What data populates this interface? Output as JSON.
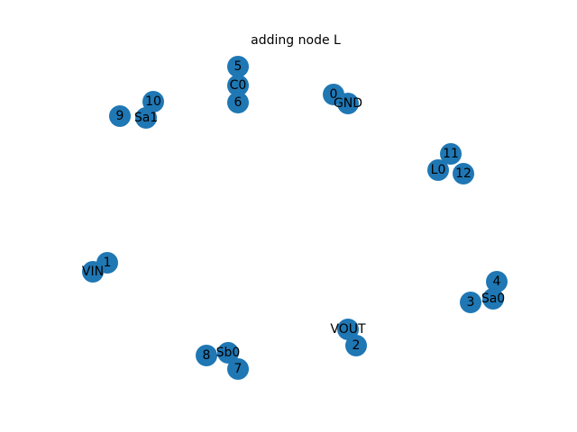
{
  "title": "adding node L",
  "colors": {
    "node_fill": "#1f77b4",
    "label": "#000000",
    "background": "#ffffff"
  },
  "nodes": [
    {
      "id": "node-0",
      "label": "0"
    },
    {
      "id": "node-gnd",
      "label": "GND"
    },
    {
      "id": "node-5",
      "label": "5"
    },
    {
      "id": "node-c0",
      "label": "C0"
    },
    {
      "id": "node-6",
      "label": "6"
    },
    {
      "id": "node-10",
      "label": "10"
    },
    {
      "id": "node-9",
      "label": "9"
    },
    {
      "id": "node-sa1",
      "label": "Sa1"
    },
    {
      "id": "node-11",
      "label": "11"
    },
    {
      "id": "node-l0",
      "label": "L0"
    },
    {
      "id": "node-12",
      "label": "12"
    },
    {
      "id": "node-1",
      "label": "1"
    },
    {
      "id": "node-vin",
      "label": "VIN"
    },
    {
      "id": "node-4",
      "label": "4"
    },
    {
      "id": "node-3",
      "label": "3"
    },
    {
      "id": "node-sa0",
      "label": "Sa0"
    },
    {
      "id": "node-vout",
      "label": "VOUT"
    },
    {
      "id": "node-2",
      "label": "2"
    },
    {
      "id": "node-8",
      "label": "8"
    },
    {
      "id": "node-sb0",
      "label": "Sb0"
    },
    {
      "id": "node-7",
      "label": "7"
    }
  ]
}
